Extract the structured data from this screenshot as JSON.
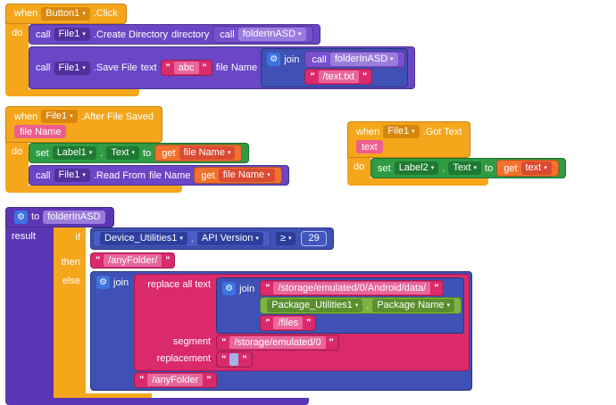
{
  "icons": {
    "gear": "⚙",
    "dropdown_arrow": "▾"
  },
  "b1": {
    "when": "when",
    "component": "Button1",
    "event": ".Click",
    "do_label": "do",
    "row1": {
      "call": "call",
      "component": "File1",
      "method": ".Create Directory",
      "arg": "directory",
      "plug": {
        "call": "call",
        "proc": "folderInASD"
      }
    },
    "row2": {
      "call": "call",
      "component": "File1",
      "method": ".Save File",
      "arg_text": "text",
      "text_value": "abc",
      "arg_filename": "file Name",
      "join_label": "join",
      "join_item1": {
        "call": "call",
        "proc": "folderInASD"
      },
      "join_item2": "/text.txt"
    }
  },
  "b2": {
    "when": "when",
    "component": "File1",
    "event": ".After File Saved",
    "param": "file Name",
    "do_label": "do",
    "row1": {
      "set": "set",
      "component": "Label1",
      "dot": ".",
      "prop": "Text",
      "to": "to",
      "get": "get",
      "var": "file Name"
    },
    "row2": {
      "call": "call",
      "component": "File1",
      "method": ".Read From",
      "arg": "file Name",
      "get": "get",
      "var": "file Name"
    }
  },
  "b3": {
    "when": "when",
    "component": "File1",
    "event": ".Got Text",
    "param": "text",
    "do_label": "do",
    "row1": {
      "set": "set",
      "component": "Label2",
      "dot": ".",
      "prop": "Text",
      "to": "to",
      "get": "get",
      "var": "text"
    }
  },
  "b4": {
    "to": "to",
    "name": "folderInASD",
    "result": "result",
    "if_label": "if",
    "then_label": "then",
    "else_label": "else",
    "condition": {
      "component": "Device_Utilities1",
      "dot": ".",
      "prop": "API Version",
      "op": "≥",
      "value": "29"
    },
    "then_value": "/anyFolder/",
    "join_label": "join",
    "replace": {
      "label": "replace all text",
      "inner_join_label": "join",
      "item1": "/storage/emulated/0/Android/data/",
      "pkg": {
        "component": "Package_Utilities1",
        "dot": ".",
        "prop": "Package Name"
      },
      "item3": "/files",
      "segment_label": "segment",
      "segment_value": "/storage/emulated/0",
      "replacement_label": "replacement",
      "replacement_value": ""
    },
    "join_item2": "/anyFolder"
  }
}
